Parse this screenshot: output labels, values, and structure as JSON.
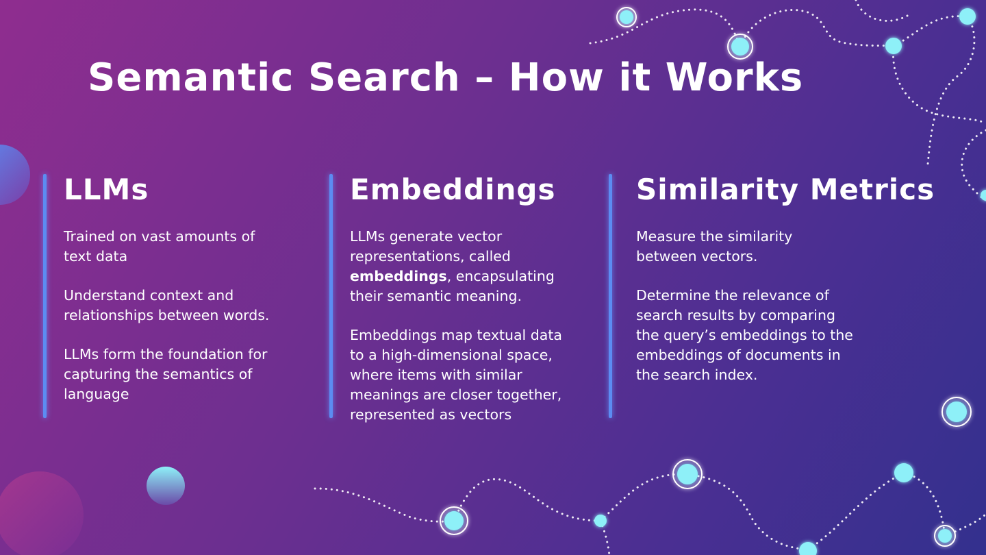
{
  "slide": {
    "title": "Semantic Search – How it Works",
    "columns": [
      {
        "heading": "LLMs",
        "paragraphs": [
          {
            "text": "Trained on vast amounts of text data"
          },
          {
            "text": "Understand context and relationships between words."
          },
          {
            "text": "LLMs form the foundation for capturing the semantics of language"
          }
        ]
      },
      {
        "heading": "Embeddings",
        "paragraphs": [
          {
            "before": "LLMs generate vector representations, called ",
            "bold": "embeddings",
            "after": ", encapsulating their semantic meaning."
          },
          {
            "text": "Embeddings map textual data to a high-dimensional space, where items with similar meanings are closer together, represented as vectors"
          }
        ]
      },
      {
        "heading": "Similarity Metrics",
        "paragraphs": [
          {
            "text": "Measure the similarity between vectors."
          },
          {
            "text": "Determine the relevance of search results by comparing the query’s embeddings to the embeddings of documents in the search index."
          }
        ]
      }
    ]
  },
  "colors": {
    "accent_bar": "#5c8cf2",
    "node": "#8ef0f8",
    "dots": "#ffffff"
  }
}
